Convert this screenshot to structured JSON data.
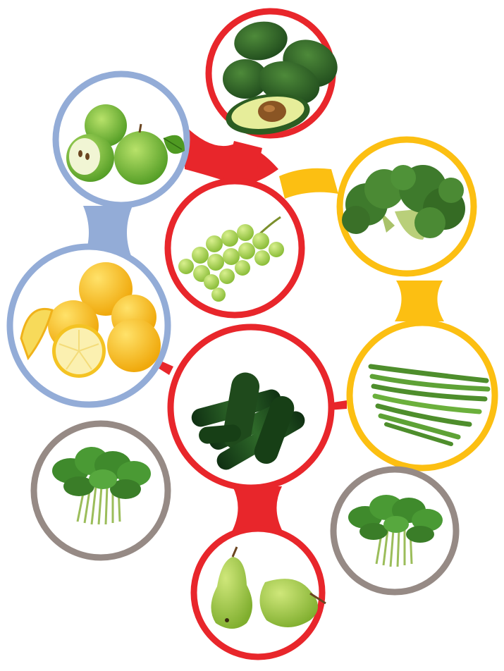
{
  "colors": {
    "red": "#e8262b",
    "blue": "#93acd7",
    "yellow": "#fcbf12",
    "gray": "#968a85"
  },
  "items": [
    {
      "id": "avocado",
      "food": "avocado",
      "ring": "red"
    },
    {
      "id": "apple",
      "food": "green-apple",
      "ring": "blue"
    },
    {
      "id": "grapes",
      "food": "green-grapes",
      "ring": "red"
    },
    {
      "id": "broccoli",
      "food": "broccoli",
      "ring": "yellow"
    },
    {
      "id": "lemon",
      "food": "lemon",
      "ring": "blue"
    },
    {
      "id": "cucumber",
      "food": "cucumber",
      "ring": "red"
    },
    {
      "id": "beans",
      "food": "green-beans",
      "ring": "yellow"
    },
    {
      "id": "greens-left",
      "food": "leafy-greens",
      "ring": "gray"
    },
    {
      "id": "greens-right",
      "food": "leafy-greens",
      "ring": "gray"
    },
    {
      "id": "pear",
      "food": "pear",
      "ring": "red"
    }
  ]
}
